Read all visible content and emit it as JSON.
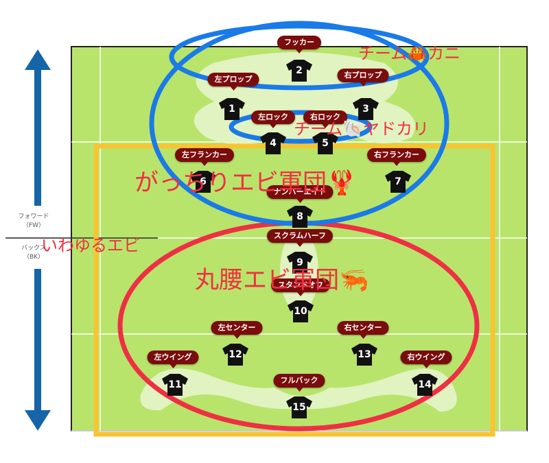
{
  "side": {
    "forwards_label": "フォワード",
    "forwards_abbr": "（FW）",
    "backs_label": "バックス",
    "backs_abbr": "（BK）"
  },
  "colors": {
    "pitch": "#b8e46c",
    "label_bg": "#7a0c0c",
    "arrow": "#1565a8",
    "blue_circle": "#1a7ae8",
    "red_circle": "#ef2f43",
    "yellow_box": "#f7c531",
    "annotation": "#f03040"
  },
  "positions": [
    {
      "number": "1",
      "label": "左プロップ"
    },
    {
      "number": "2",
      "label": "フッカー"
    },
    {
      "number": "3",
      "label": "右プロップ"
    },
    {
      "number": "4",
      "label": "左ロック"
    },
    {
      "number": "5",
      "label": "右ロック"
    },
    {
      "number": "6",
      "label": "左フランカー"
    },
    {
      "number": "7",
      "label": "右フランカー"
    },
    {
      "number": "8",
      "label": "ナンバーエイト"
    },
    {
      "number": "9",
      "label": "スクラムハーフ"
    },
    {
      "number": "10",
      "label": "スタンドオフ"
    },
    {
      "number": "11",
      "label": "左ウイング"
    },
    {
      "number": "12",
      "label": "左センター"
    },
    {
      "number": "13",
      "label": "右センター"
    },
    {
      "number": "14",
      "label": "右ウイング"
    },
    {
      "number": "15",
      "label": "フルバック"
    }
  ],
  "annotations": {
    "crab": "チーム🦀カニ",
    "hermit": "チーム🐚ヤドカリ",
    "gacchiri": "がっちりエビ軍団🦞",
    "iwayuru": "いわゆるエビ",
    "koshi": "丸腰エビ軍団🦐"
  }
}
